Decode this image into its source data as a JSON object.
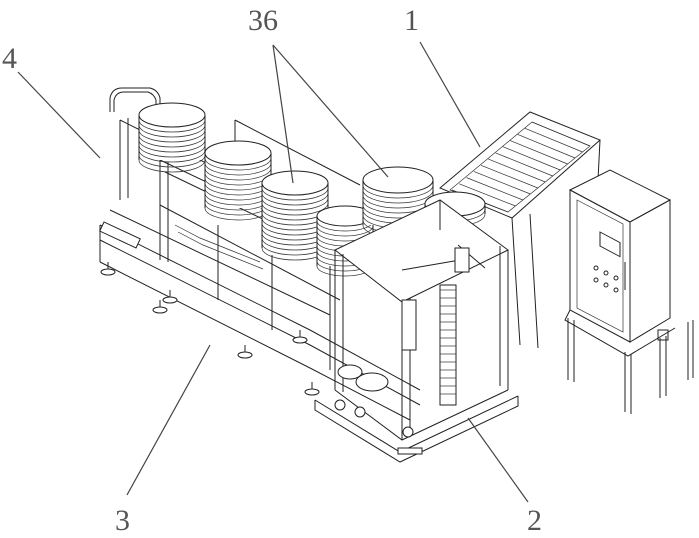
{
  "figure": {
    "callouts": [
      {
        "id": "c36",
        "label": "36"
      },
      {
        "id": "c1",
        "label": "1"
      },
      {
        "id": "c4",
        "label": "4"
      },
      {
        "id": "c3",
        "label": "3"
      },
      {
        "id": "c2",
        "label": "2"
      }
    ],
    "colors": {
      "line": "#222222",
      "label": "#555555",
      "background": "#ffffff"
    }
  }
}
